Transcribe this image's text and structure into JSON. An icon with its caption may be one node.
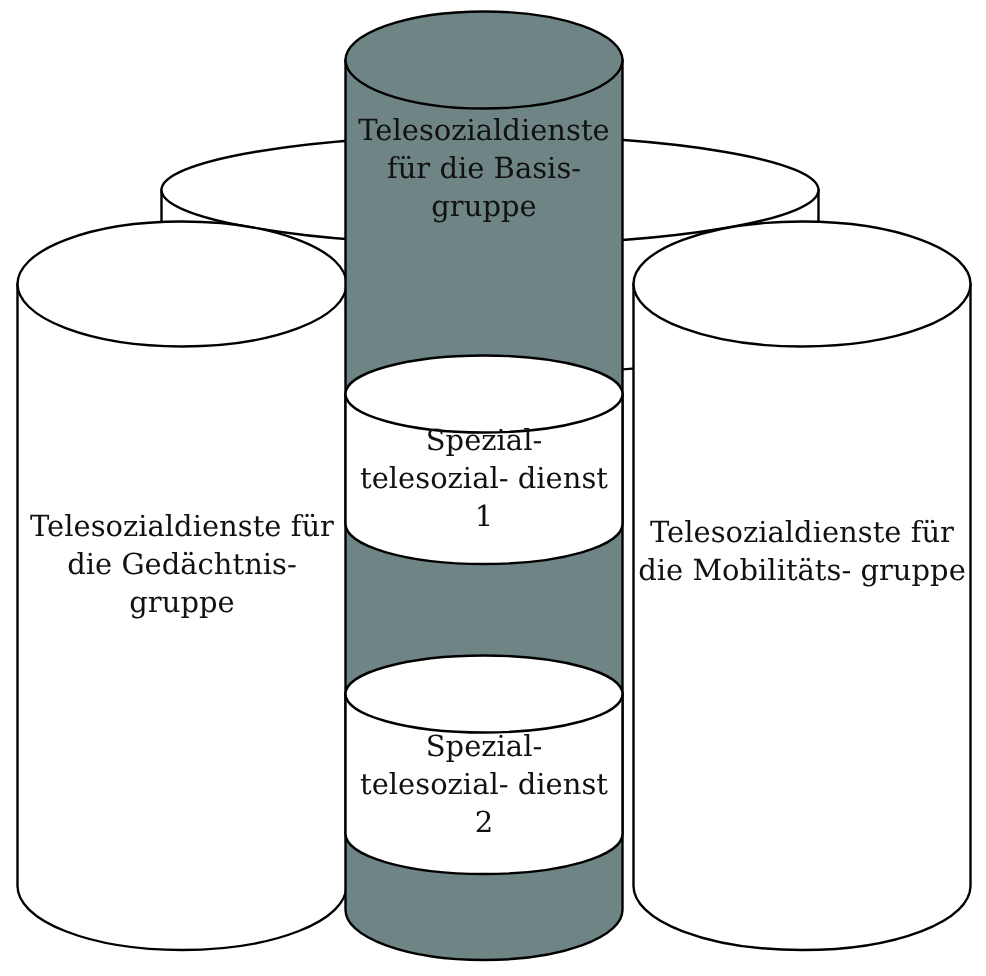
{
  "diagram": {
    "nodes": [
      {
        "text": [],
        "shape": "cylinder"
      },
      {
        "text": [
          "Telesozialdienste für die Basis- gruppe"
        ]
      },
      {
        "text": [
          "Telesozialdienste für die Gedächtnis- gruppe"
        ]
      },
      {
        "text": [
          "Telesozialdienste für die Mobilitäts- gruppe"
        ]
      },
      {
        "text": [
          "Spezial- telesozial- dienst 1"
        ],
        "in": 1
      },
      {
        "text": [
          "Spezial- telesozial- dienst 2"
        ],
        "in": 1
      }
    ]
  }
}
